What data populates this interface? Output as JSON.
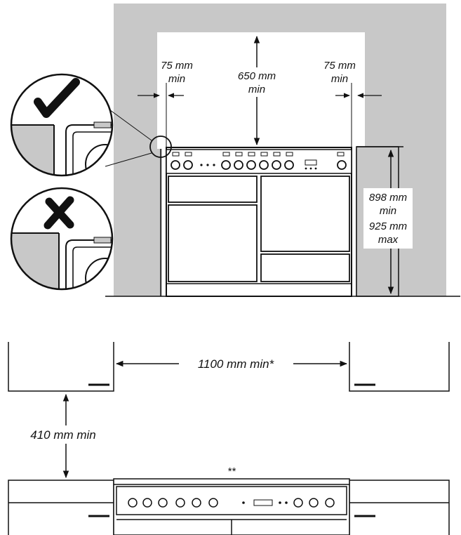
{
  "front_view": {
    "dim_left_clearance": [
      "75 mm",
      "min"
    ],
    "dim_right_clearance": [
      "75 mm",
      "min"
    ],
    "dim_top_clearance": [
      "650 mm",
      "min"
    ],
    "dim_height": [
      "898 mm",
      "min",
      "925 mm",
      "max"
    ]
  },
  "inset_details": {
    "correct_icon": "check-mark-icon",
    "incorrect_icon": "cross-mark-icon"
  },
  "plan_view": {
    "dim_width": "1100 mm min*",
    "dim_depth": "410 mm min",
    "note_marker": "**"
  },
  "colors": {
    "wall": "#c8c8c8",
    "line": "#111111",
    "paper": "#ffffff"
  }
}
